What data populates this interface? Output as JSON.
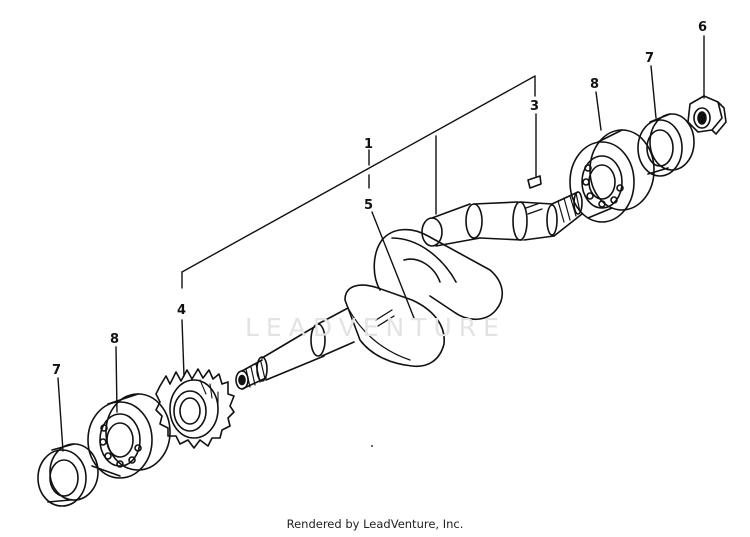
{
  "callouts": {
    "p1": "1",
    "p3": "3",
    "p4": "4",
    "p5": "5",
    "p6": "6",
    "p7_top": "7",
    "p7_bottom": "7",
    "p8_top": "8",
    "p8_bottom": "8"
  },
  "watermark": "LEADVENTURE",
  "footer": "Rendered by LeadVenture, Inc."
}
